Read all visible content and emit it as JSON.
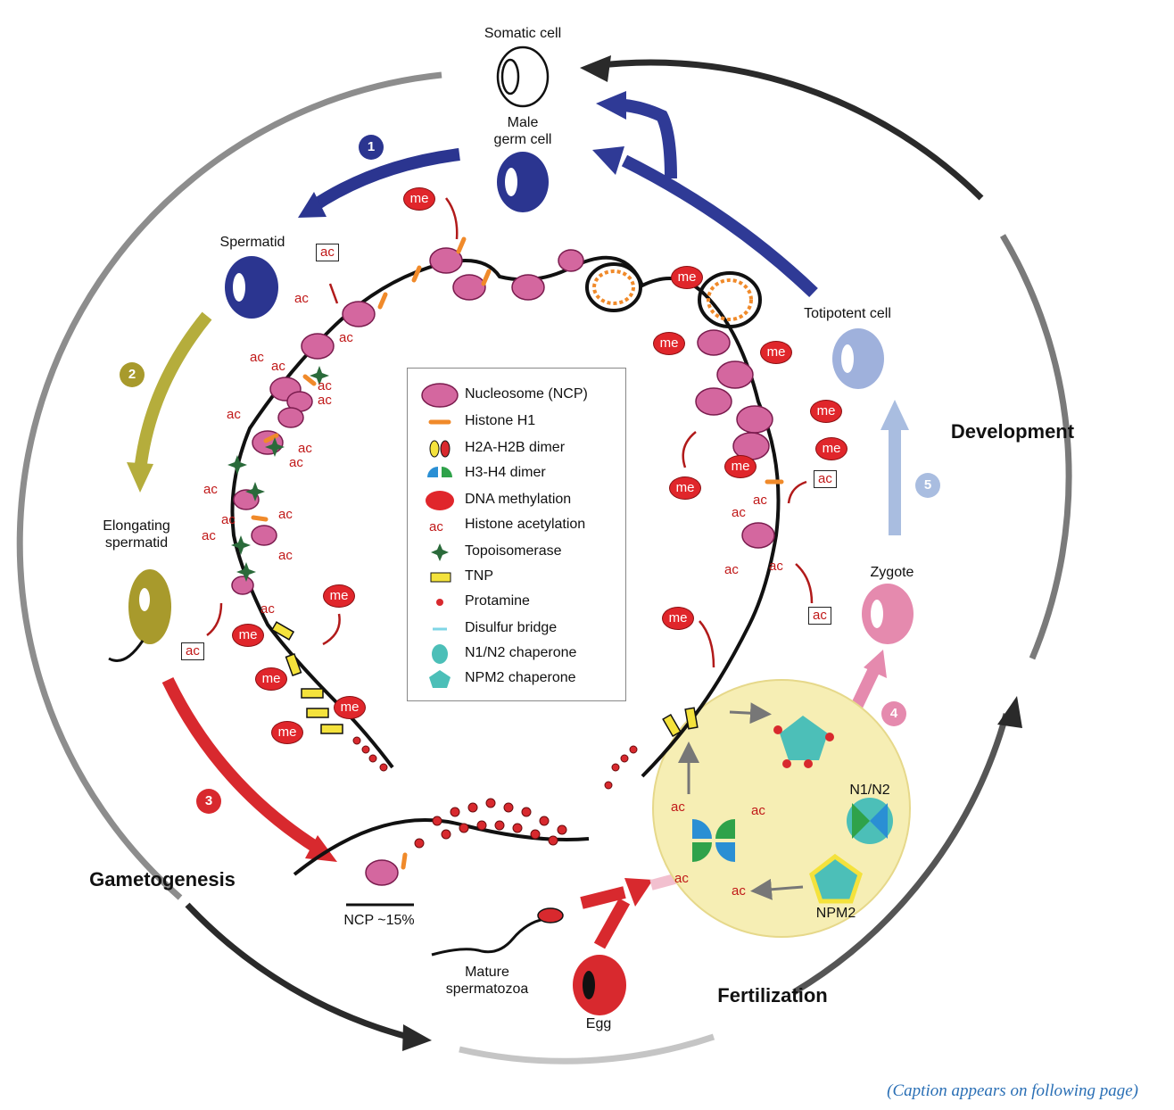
{
  "labels": {
    "somatic_cell": "Somatic cell",
    "male_germ_cell": "Male\ngerm cell",
    "spermatid": "Spermatid",
    "elongating_spermatid": "Elongating\nspermatid",
    "totipotent_cell": "Totipotent cell",
    "zygote": "Zygote",
    "development": "Development",
    "gametogenesis": "Gametogenesis",
    "fertilization": "Fertilization",
    "ncp_fraction": "NCP ~15%",
    "mature_spermatozoa": "Mature\nspermatozoa",
    "egg": "Egg",
    "n1n2": "N1/N2",
    "npm2": "NPM2"
  },
  "steps": [
    {
      "number": "1",
      "color": "#2b3590"
    },
    {
      "number": "2",
      "color": "#a89a2c"
    },
    {
      "number": "3",
      "color": "#d8292e"
    },
    {
      "number": "4",
      "color": "#e58aae"
    },
    {
      "number": "5",
      "color": "#9fb1dc"
    }
  ],
  "mark_text": {
    "ac": "ac",
    "me": "me"
  },
  "legend": [
    {
      "icon": "nucleosome-icon",
      "label": "Nucleosome (NCP)"
    },
    {
      "icon": "histone-h1-icon",
      "label": "Histone H1"
    },
    {
      "icon": "h2a-h2b-dimer-icon",
      "label": "H2A-H2B dimer"
    },
    {
      "icon": "h3-h4-dimer-icon",
      "label": "H3-H4 dimer"
    },
    {
      "icon": "dna-methylation-icon",
      "label": "DNA methylation"
    },
    {
      "icon": "histone-acetylation-icon",
      "label": "Histone acetylation"
    },
    {
      "icon": "topoisomerase-icon",
      "label": "Topoisomerase"
    },
    {
      "icon": "tnp-icon",
      "label": "TNP"
    },
    {
      "icon": "protamine-icon",
      "label": "Protamine"
    },
    {
      "icon": "disulfur-bridge-icon",
      "label": "Disulfur bridge"
    },
    {
      "icon": "n1n2-chaperone-icon",
      "label": "N1/N2 chaperone"
    },
    {
      "icon": "npm2-chaperone-icon",
      "label": "NPM2 chaperone"
    }
  ],
  "caption": "(Caption appears on following page)",
  "colors": {
    "step1": "#2b3590",
    "step2": "#b5ad3c",
    "step3": "#d8292e",
    "step4": "#e58aae",
    "step5": "#a9bde0",
    "methylation": "#e0262b",
    "acetylation": "#c01818",
    "nucleosome": "#d4679f",
    "zygote_bg": "#f6eeb4"
  }
}
